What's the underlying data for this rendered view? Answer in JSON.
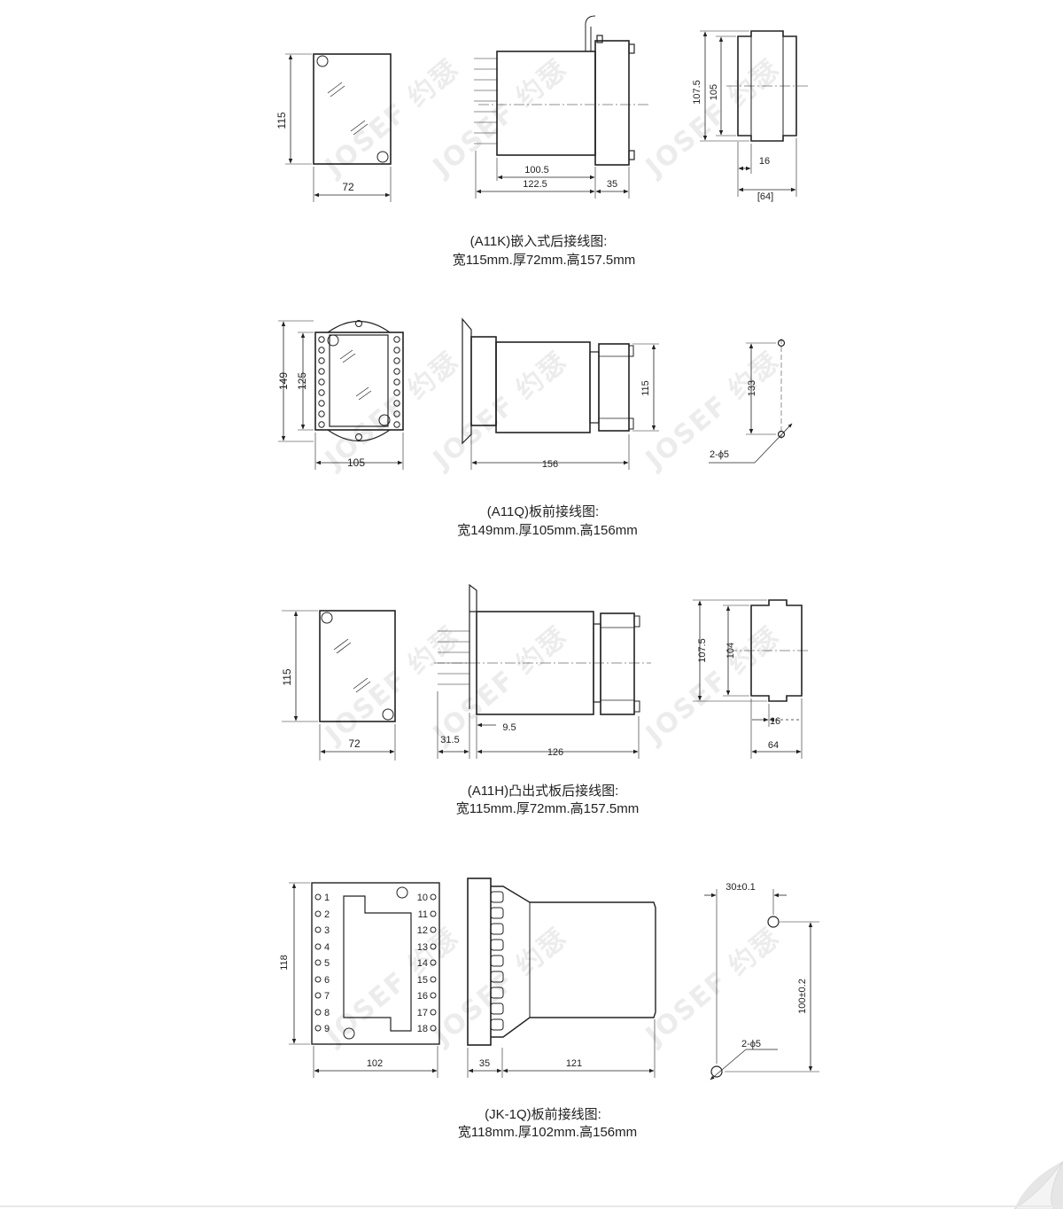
{
  "watermark": "JOSEF 约瑟",
  "sections": [
    {
      "caption_line1": "(A11K)嵌入式后接线图:",
      "caption_line2": "宽115mm.厚72mm.高157.5mm",
      "dims": {
        "front_h": "115",
        "front_w": "72",
        "side_body": "100.5",
        "side_total": "122.5",
        "side_rear": "35",
        "rear_outer": "107.5",
        "rear_inner": "105",
        "rear_w1": "16",
        "rear_w2": "[64]"
      }
    },
    {
      "caption_line1": "(A11Q)板前接线图:",
      "caption_line2": "宽149mm.厚105mm.高156mm",
      "dims": {
        "front_outer": "149",
        "front_inner": "125",
        "front_w": "105",
        "side_total": "156",
        "side_h": "115",
        "cut_h": "133",
        "cut_holes": "2-ϕ5"
      }
    },
    {
      "caption_line1": "(A11H)凸出式板后接线图:",
      "caption_line2": "宽115mm.厚72mm.高157.5mm",
      "dims": {
        "front_h": "115",
        "front_w": "72",
        "side_front": "31.5",
        "side_gap": "9.5",
        "side_total": "126",
        "rear_outer": "107.5",
        "rear_inner": "104",
        "rear_w1": "16",
        "rear_w2": "64"
      }
    },
    {
      "caption_line1": "(JK-1Q)板前接线图:",
      "caption_line2": "宽118mm.厚102mm.高156mm",
      "dims": {
        "front_h": "118",
        "front_w": "102",
        "side_front": "35",
        "side_body": "121",
        "cut_top": "30±0.1",
        "cut_h": "100±0.2",
        "cut_holes": "2-ϕ5"
      },
      "pins_left": [
        "1",
        "2",
        "3",
        "4",
        "5",
        "6",
        "7",
        "8",
        "9"
      ],
      "pins_right": [
        "10",
        "11",
        "12",
        "13",
        "14",
        "15",
        "16",
        "17",
        "18"
      ]
    }
  ]
}
